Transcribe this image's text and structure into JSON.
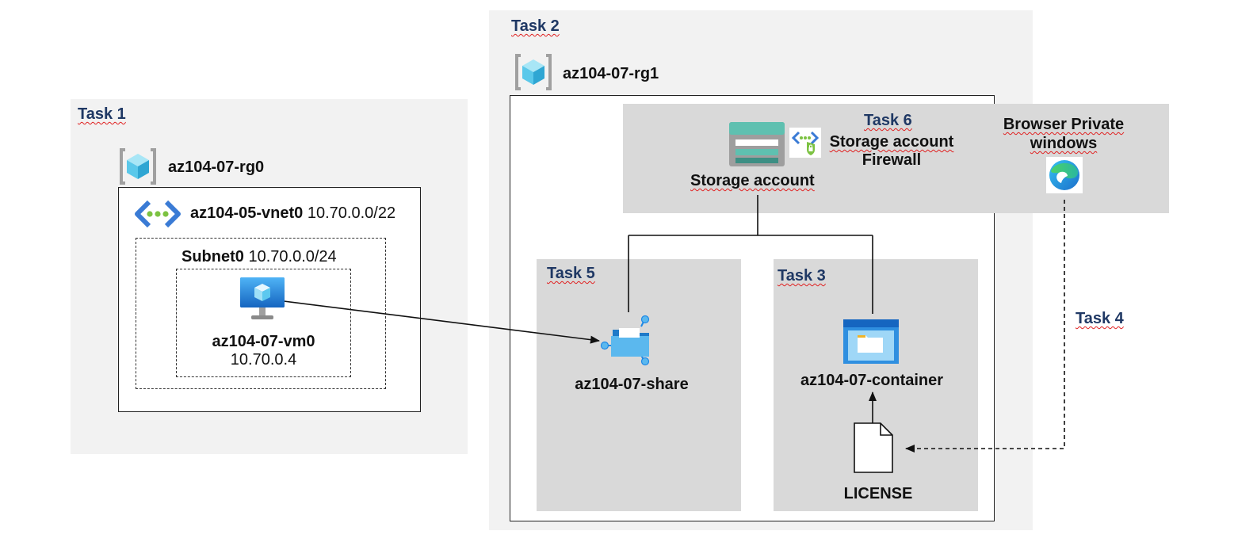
{
  "task1": {
    "label": "Task 1",
    "resource_group": "az104-07-rg0"
  },
  "vnet": {
    "name": "az104-05-vnet0",
    "address": "10.70.0.0/22"
  },
  "subnet": {
    "name": "Subnet0",
    "address": "10.70.0.0/24"
  },
  "vm": {
    "name": "az104-07-vm0",
    "ip": "10.70.0.4"
  },
  "task2": {
    "label": "Task 2",
    "resource_group": "az104-07-rg1"
  },
  "task6": {
    "label": "Task 6",
    "firewall_line1": "Storage account",
    "firewall_line2": "Firewall"
  },
  "storage": {
    "name": "Storage account"
  },
  "browser": {
    "line1": "Browser Private",
    "line2": "windows"
  },
  "task5": {
    "label": "Task 5",
    "share": "az104-07-share"
  },
  "task3": {
    "label": "Task 3",
    "container": "az104-07-container",
    "file": "LICENSE"
  },
  "task4": {
    "label": "Task 4"
  },
  "colors": {
    "task_text": "#1f3864",
    "panel_light": "#f2f2f2",
    "panel_mid": "#d9d9d9",
    "azure_blue": "#0078d4"
  }
}
